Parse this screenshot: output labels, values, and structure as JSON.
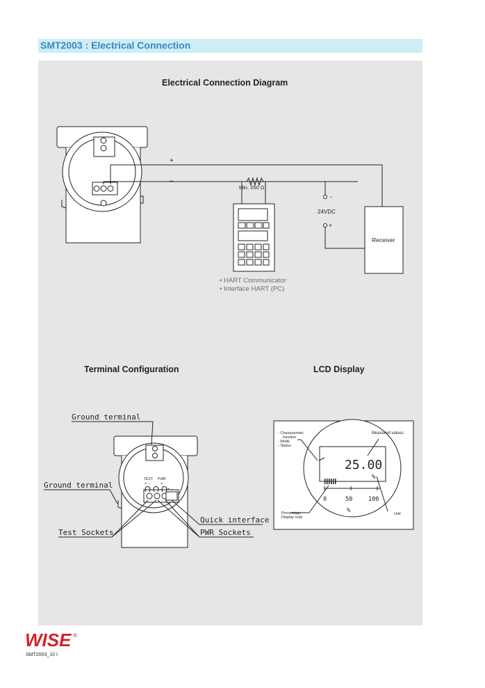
{
  "header": {
    "title": "SMT2003 : Electrical Connection"
  },
  "electrical": {
    "title": "Electrical Connection Diagram",
    "plus": "+",
    "minus": "–",
    "resistor": "Min. 250 Ω",
    "supply": "24VDC",
    "supply_minus": "-",
    "supply_plus": "+",
    "receiver": "Receiver",
    "hart_items": [
      "• HART Communicator",
      "• Interface HART (PC)"
    ]
  },
  "terminal": {
    "title": "Terminal Configuration",
    "ground_top": "Ground terminal",
    "ground_left": "Ground terminal",
    "quick": "Quick interface",
    "test_sockets": "Test Sockets",
    "pwr_sockets": "PWR Sockets",
    "test_label": "TEST",
    "pwr_label": "PWR",
    "pm1": "+ -",
    "pm2": "+",
    "pm3": "+ -"
  },
  "lcd": {
    "title": "LCD Display",
    "legend": [
      "- Characteristic",
      "  function",
      "- Mode",
      "- Status"
    ],
    "measured": "Measured values",
    "value": "25.00",
    "unit_symbol": "%",
    "scale": [
      "0",
      "50",
      "100"
    ],
    "scale_unit": "%",
    "percentage": "Percentage",
    "display_rods": "Display rods",
    "unit": "Unit"
  },
  "footer": {
    "brand": "WISE",
    "registered": "®",
    "code": "SMT2003_10  I"
  },
  "colors": {
    "header_bg": "#cdeef5",
    "header_text": "#3b86c5",
    "panel_bg": "#e6e6e7",
    "brand_red": "#d2232a"
  }
}
